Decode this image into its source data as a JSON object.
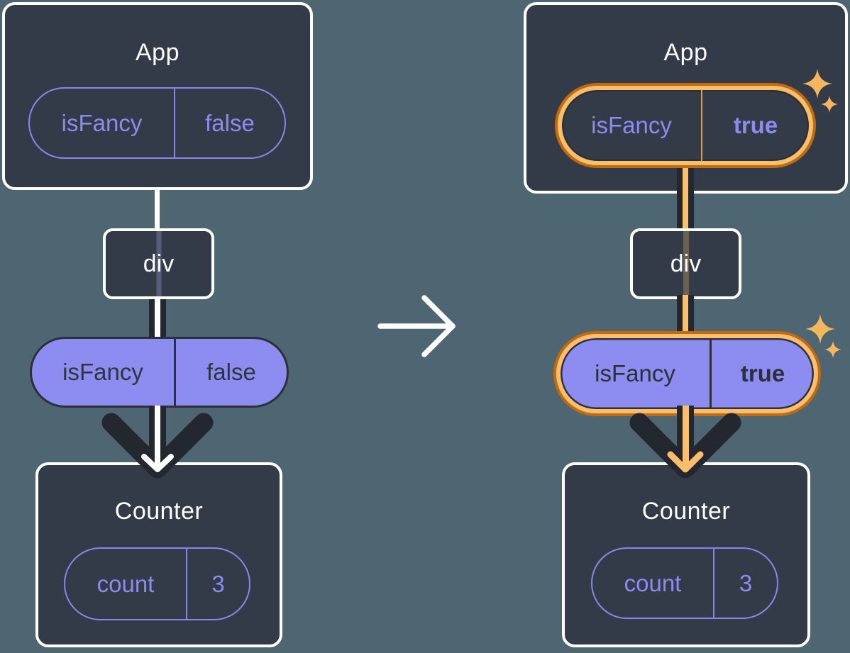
{
  "colors": {
    "background": "#4D6671",
    "card": "#343B48",
    "purple_text": "#8B8AEF",
    "purple_fill": "#8D8CF0",
    "ink": "#23272F",
    "white": "#FFFFFF",
    "orange_light": "#FBBE6A",
    "orange_dark": "#C06A12",
    "sparkle": "#F6B75C"
  },
  "before": {
    "app": {
      "title": "App",
      "state": {
        "key": "isFancy",
        "value": "false"
      }
    },
    "div_node": {
      "label": "div"
    },
    "prop": {
      "key": "isFancy",
      "value": "false"
    },
    "counter": {
      "title": "Counter",
      "state": {
        "key": "count",
        "value": "3"
      }
    }
  },
  "after": {
    "app": {
      "title": "App",
      "state": {
        "key": "isFancy",
        "value": "true"
      }
    },
    "div_node": {
      "label": "div"
    },
    "prop": {
      "key": "isFancy",
      "value": "true"
    },
    "counter": {
      "title": "Counter",
      "state": {
        "key": "count",
        "value": "3"
      }
    }
  },
  "icons": {
    "transition": "right-arrow-icon",
    "sparkles": "sparkle-icon",
    "flow_down": "down-arrow-head"
  }
}
